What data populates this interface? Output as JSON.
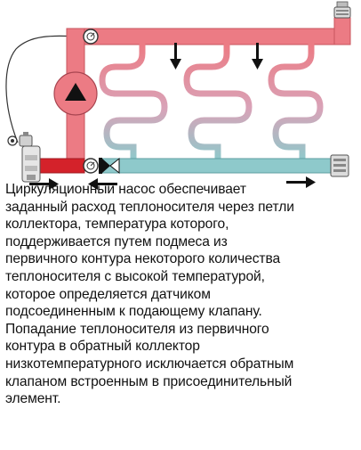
{
  "colors": {
    "hot": "#ec7b84",
    "hot_dark": "#c9545e",
    "cold": "#8ec9cb",
    "cold_dark": "#5e9ea1",
    "primary_supply": "#d4222a",
    "arrow": "#111111",
    "pump_triangle": "#111111"
  },
  "icons": {
    "pump": "circulation-pump-icon",
    "thermometer": "thermometer-gauge-icon",
    "air_vent": "air-vent-icon",
    "check_valve": "check-valve-icon",
    "temperature_sensor": "temperature-sensor-icon",
    "mixing_valve": "mixing-valve-icon"
  },
  "caption": {
    "lines": [
      "Циркуляционный насос обеспечивает",
      "заданный расход теплоносителя через петли",
      "коллектора, температура которого,",
      "поддерживается путем подмеса из",
      "первичного контура некоторого количества",
      "теплоносителя с высокой температурой,",
      "которое определяется датчиком",
      "подсоединенным к подающему клапану.",
      "Попадание теплоносителя из первичного",
      "контура в обратный коллектор",
      "низкотемпературного исключается обратным",
      "клапаном встроенным в присоединительный",
      "элемент."
    ]
  }
}
